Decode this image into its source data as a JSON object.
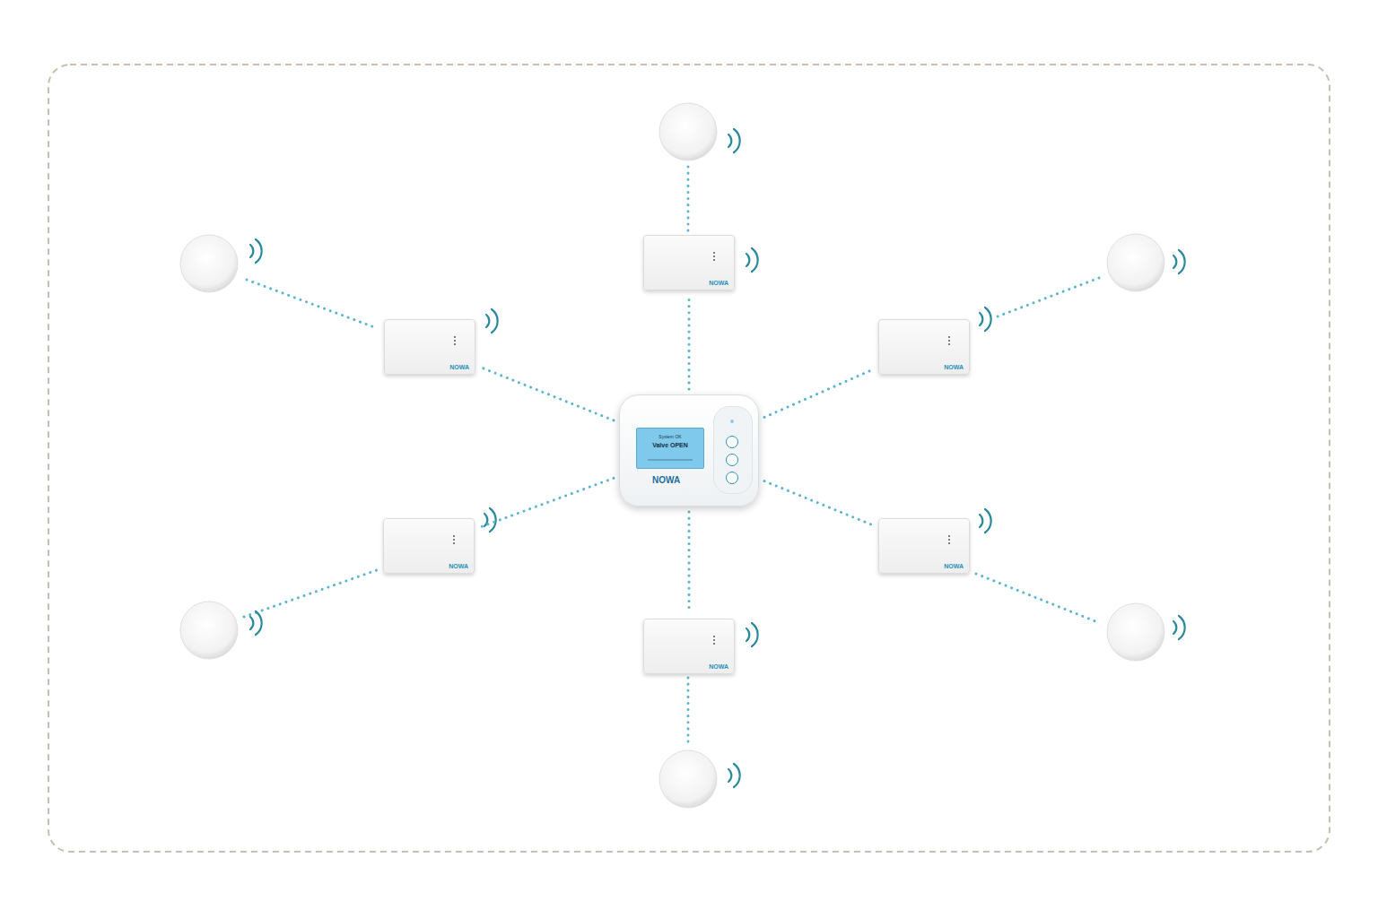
{
  "diagram": {
    "nodes": [
      {
        "text": [
          "NOWA"
        ]
      },
      {
        "text": [
          "NOWA"
        ]
      },
      {
        "text": [
          "NOWA"
        ]
      },
      {
        "text": [
          "System OK",
          "Valve OPEN",
          "NOWA"
        ]
      },
      {
        "text": [
          "NOWA"
        ]
      },
      {
        "text": [
          "NOWA"
        ]
      },
      {
        "text": [
          "NOWA"
        ]
      }
    ],
    "edges": [
      {
        "from": 3,
        "to": 0,
        "arrow": "none"
      },
      {
        "from": 3,
        "to": 1,
        "arrow": "none"
      },
      {
        "from": 3,
        "to": 2,
        "arrow": "none"
      },
      {
        "from": 3,
        "to": 4,
        "arrow": "none"
      },
      {
        "from": 3,
        "to": 5,
        "arrow": "none"
      },
      {
        "from": 3,
        "to": 6,
        "arrow": "none"
      }
    ]
  }
}
